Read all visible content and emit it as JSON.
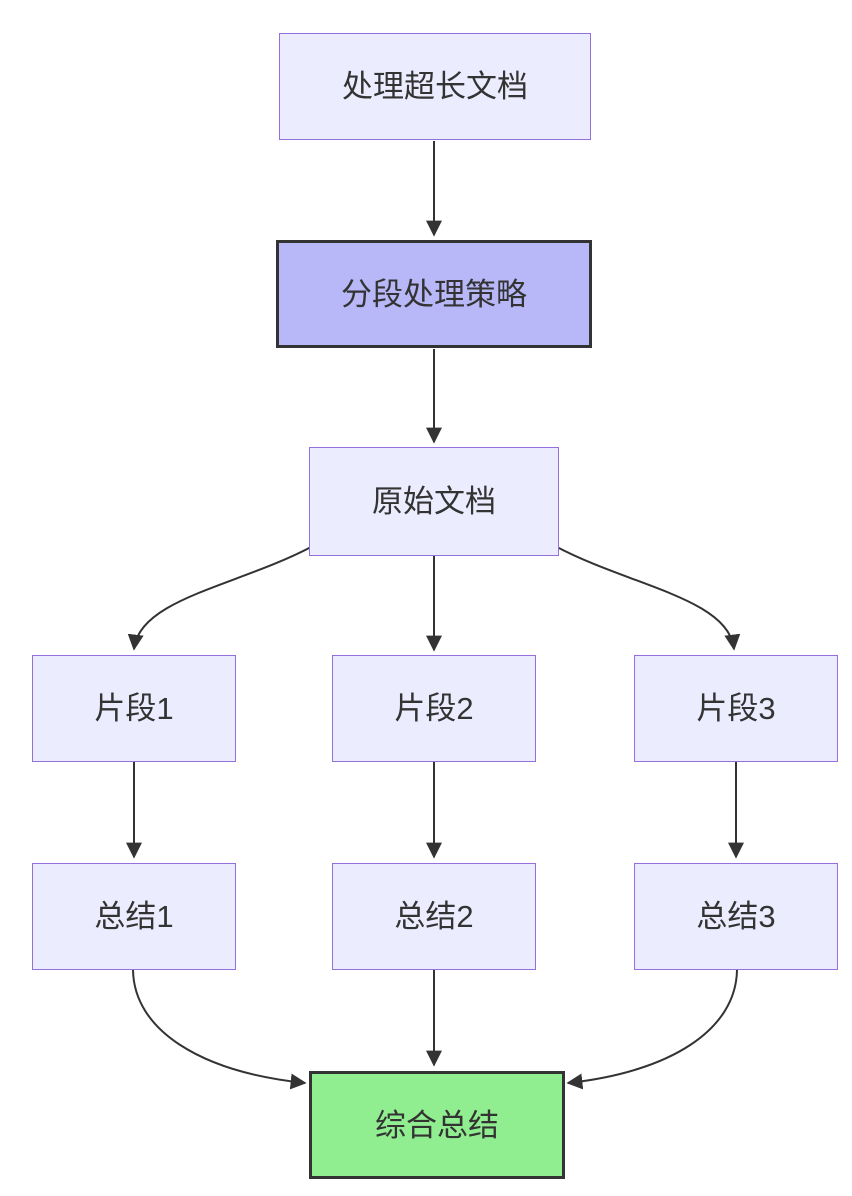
{
  "diagram": {
    "type": "flowchart",
    "direction": "top-down",
    "background": "#ffffff"
  },
  "colors": {
    "node_fill": "#ececff",
    "node_border": "#9370db",
    "highlight_fill": "#b8b8f8",
    "highlight_border": "#333333",
    "final_fill": "#90ee90",
    "final_border": "#333333",
    "edge": "#333333",
    "text": "#333333"
  },
  "nodes": [
    {
      "id": "A",
      "label": "处理超长文档",
      "style": "default"
    },
    {
      "id": "B",
      "label": "分段处理策略",
      "style": "highlight"
    },
    {
      "id": "C",
      "label": "原始文档",
      "style": "default"
    },
    {
      "id": "D1",
      "label": "片段1",
      "style": "default"
    },
    {
      "id": "D2",
      "label": "片段2",
      "style": "default"
    },
    {
      "id": "D3",
      "label": "片段3",
      "style": "default"
    },
    {
      "id": "S1",
      "label": "总结1",
      "style": "default"
    },
    {
      "id": "S2",
      "label": "总结2",
      "style": "default"
    },
    {
      "id": "S3",
      "label": "总结3",
      "style": "default"
    },
    {
      "id": "F",
      "label": "综合总结",
      "style": "final"
    }
  ],
  "edges": [
    {
      "from": "处理超长文档",
      "to": "分段处理策略"
    },
    {
      "from": "分段处理策略",
      "to": "原始文档"
    },
    {
      "from": "原始文档",
      "to": "片段1"
    },
    {
      "from": "原始文档",
      "to": "片段2"
    },
    {
      "from": "原始文档",
      "to": "片段3"
    },
    {
      "from": "片段1",
      "to": "总结1"
    },
    {
      "from": "片段2",
      "to": "总结2"
    },
    {
      "from": "片段3",
      "to": "总结3"
    },
    {
      "from": "总结1",
      "to": "综合总结"
    },
    {
      "from": "总结2",
      "to": "综合总结"
    },
    {
      "from": "总结3",
      "to": "综合总结"
    }
  ]
}
